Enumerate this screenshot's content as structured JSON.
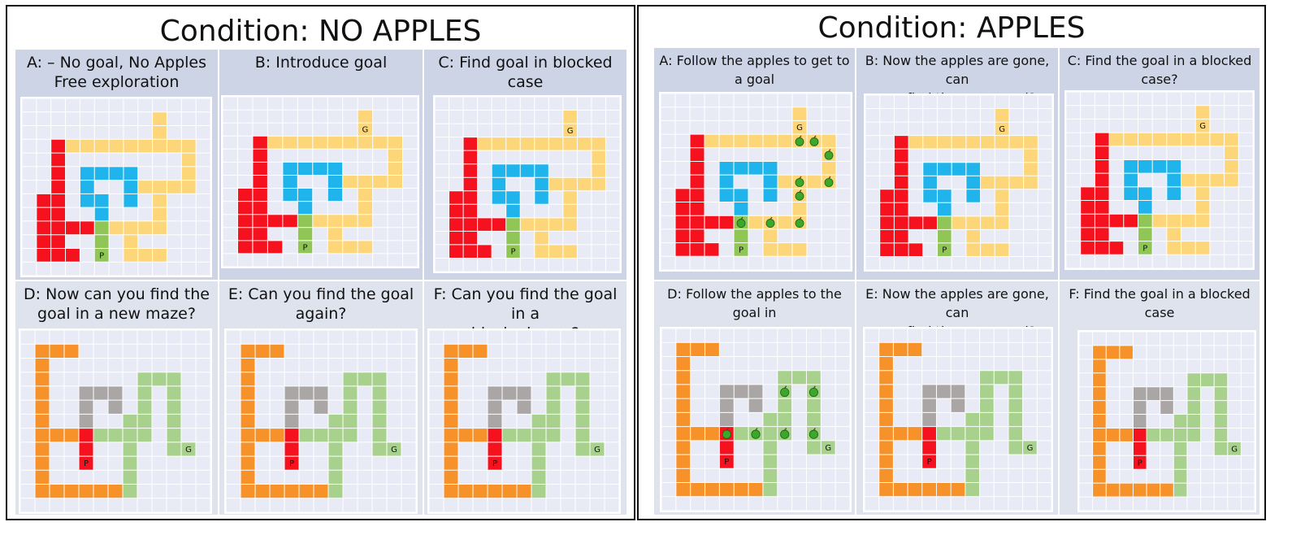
{
  "left_condition": {
    "title": "Condition: NO APPLES",
    "panels": [
      {
        "title": "A: – No goal, No Apples\nFree exploration",
        "maze": "m1",
        "goal": false,
        "apples": false
      },
      {
        "title": "B: Introduce goal",
        "maze": "m1",
        "goal": true,
        "apples": false
      },
      {
        "title": "C: Find goal in blocked case",
        "maze": "m1",
        "goal": true,
        "apples": false
      },
      {
        "title": "D: Now can you find the\ngoal in a new maze?",
        "maze": "m2",
        "goal": true,
        "apples": false
      },
      {
        "title": "E: Can you find the goal\nagain?",
        "maze": "m2",
        "goal": true,
        "apples": false
      },
      {
        "title": "F: Can you find the goal in a\nblocked case?",
        "maze": "m2",
        "goal": true,
        "apples": false
      }
    ]
  },
  "right_condition": {
    "title": "Condition: APPLES",
    "panels": [
      {
        "title": "A: Follow the apples to get to\na goal",
        "maze": "m1",
        "goal": true,
        "apples": true
      },
      {
        "title": "B: Now the apples are gone, can\nyou find the same goal?",
        "maze": "m1",
        "goal": true,
        "apples": false
      },
      {
        "title": "C: Find the goal in a blocked case?",
        "maze": "m1",
        "goal": true,
        "apples": false
      },
      {
        "title": "D: Follow the apples to the goal in\na new maze",
        "maze": "m2",
        "goal": true,
        "apples": true
      },
      {
        "title": "E: Now the apples are gone, can\nyou find the same goal?",
        "maze": "m2",
        "goal": true,
        "apples": false
      },
      {
        "title": "F: Find the goal in a blocked\ncase",
        "maze": "m2",
        "goal": true,
        "apples": false
      }
    ]
  },
  "markers": {
    "player": "P",
    "goal": "G"
  },
  "colors": {
    "red": "#f5121e",
    "yellow": "#fdd679",
    "blue": "#1fb4ec",
    "green": "#8fc656",
    "orange": "#f7922a",
    "gray": "#aaa6a6",
    "lightgreen": "#a9d18e",
    "grid_bg": "#e8ebf5",
    "grid_line": "#ffffff",
    "apple": "#3aa82a"
  }
}
